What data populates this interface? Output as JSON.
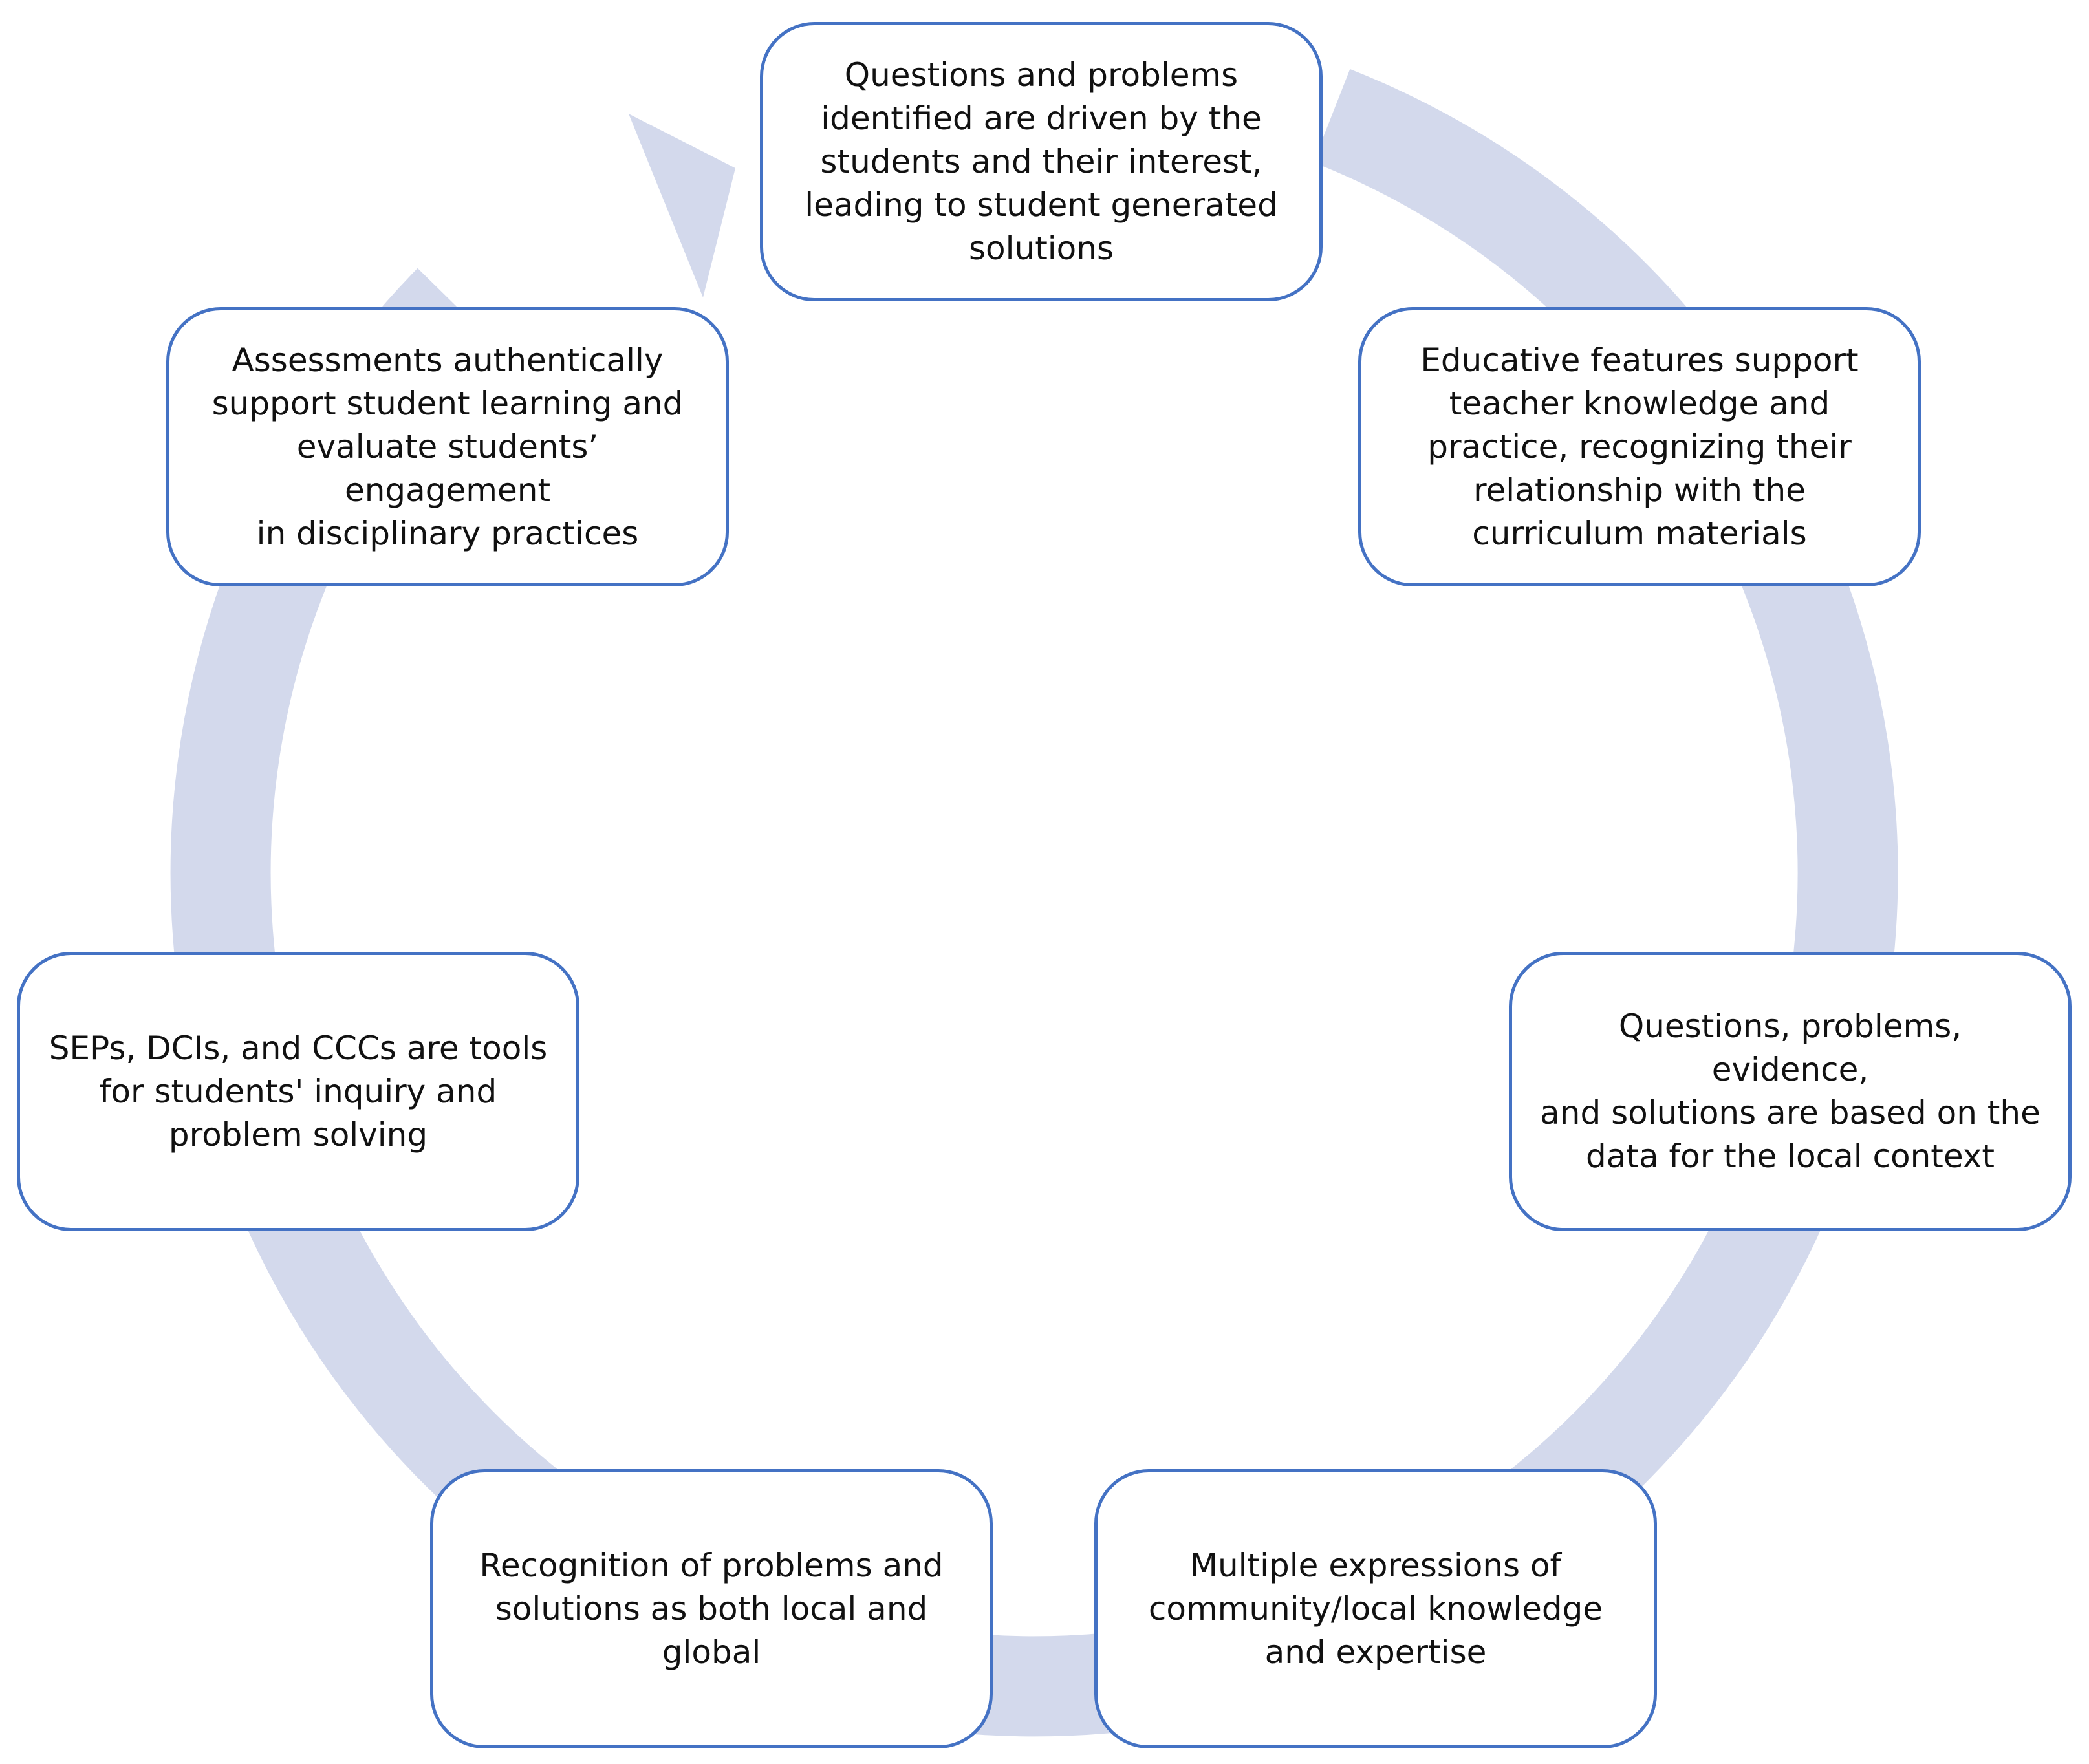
{
  "diagram": {
    "type": "cycle",
    "colors": {
      "ring": "#d3d9ec",
      "box_border": "#4472c4",
      "box_fill": "#ffffff",
      "text": "#111111"
    },
    "nodes": [
      {
        "text": "Questions and problems\nidentified are driven by the\nstudents and their interest,\nleading to student generated\nsolutions"
      },
      {
        "text": "Educative features support\nteacher knowledge and\npractice, recognizing their\nrelationship with the\ncurriculum materials"
      },
      {
        "text": "Questions, problems, evidence,\nand solutions are based on the\ndata for the local context"
      },
      {
        "text": "Multiple expressions of\ncommunity/local knowledge\nand expertise"
      },
      {
        "text": "Recognition of problems and\nsolutions as both local and\nglobal"
      },
      {
        "text": "SEPs, DCIs, and CCCs are tools\nfor students' inquiry and\nproblem solving"
      },
      {
        "text": "Assessments authentically\nsupport student learning and\nevaluate students’ engagement\nin disciplinary practices"
      }
    ]
  }
}
